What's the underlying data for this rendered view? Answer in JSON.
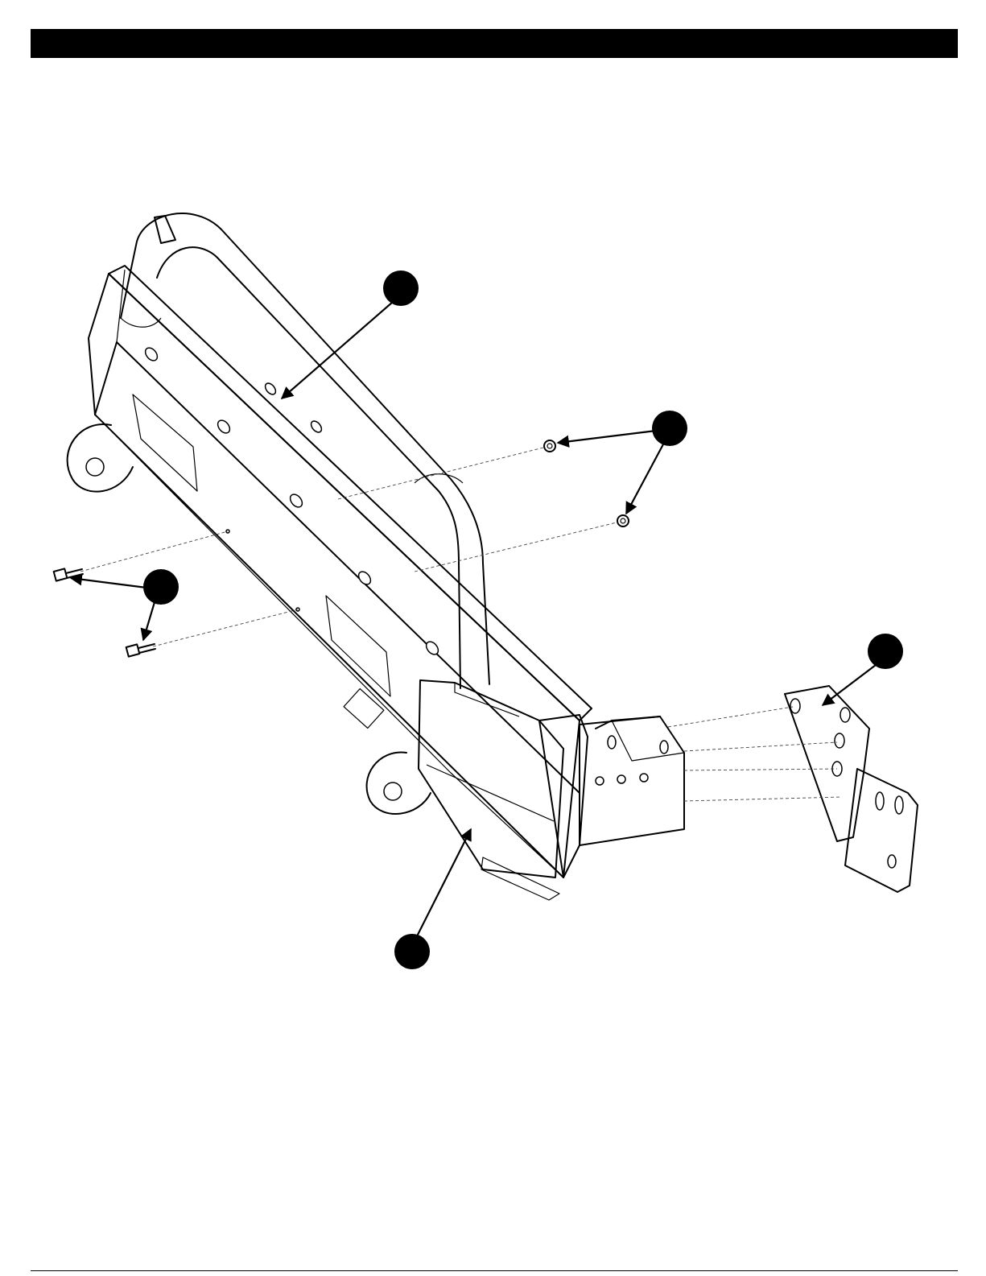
{
  "header": {
    "bar_color": "#000000"
  },
  "diagram": {
    "stroke_color": "#000000",
    "callouts": [
      {
        "id": "callout-1",
        "target": "winch-bumper-main-body"
      },
      {
        "id": "callout-2",
        "target": "flange-nuts"
      },
      {
        "id": "callout-3",
        "target": "flange-bolts"
      },
      {
        "id": "callout-4",
        "target": "mounting-bracket"
      },
      {
        "id": "callout-5",
        "target": "end-cap-plate"
      }
    ]
  }
}
